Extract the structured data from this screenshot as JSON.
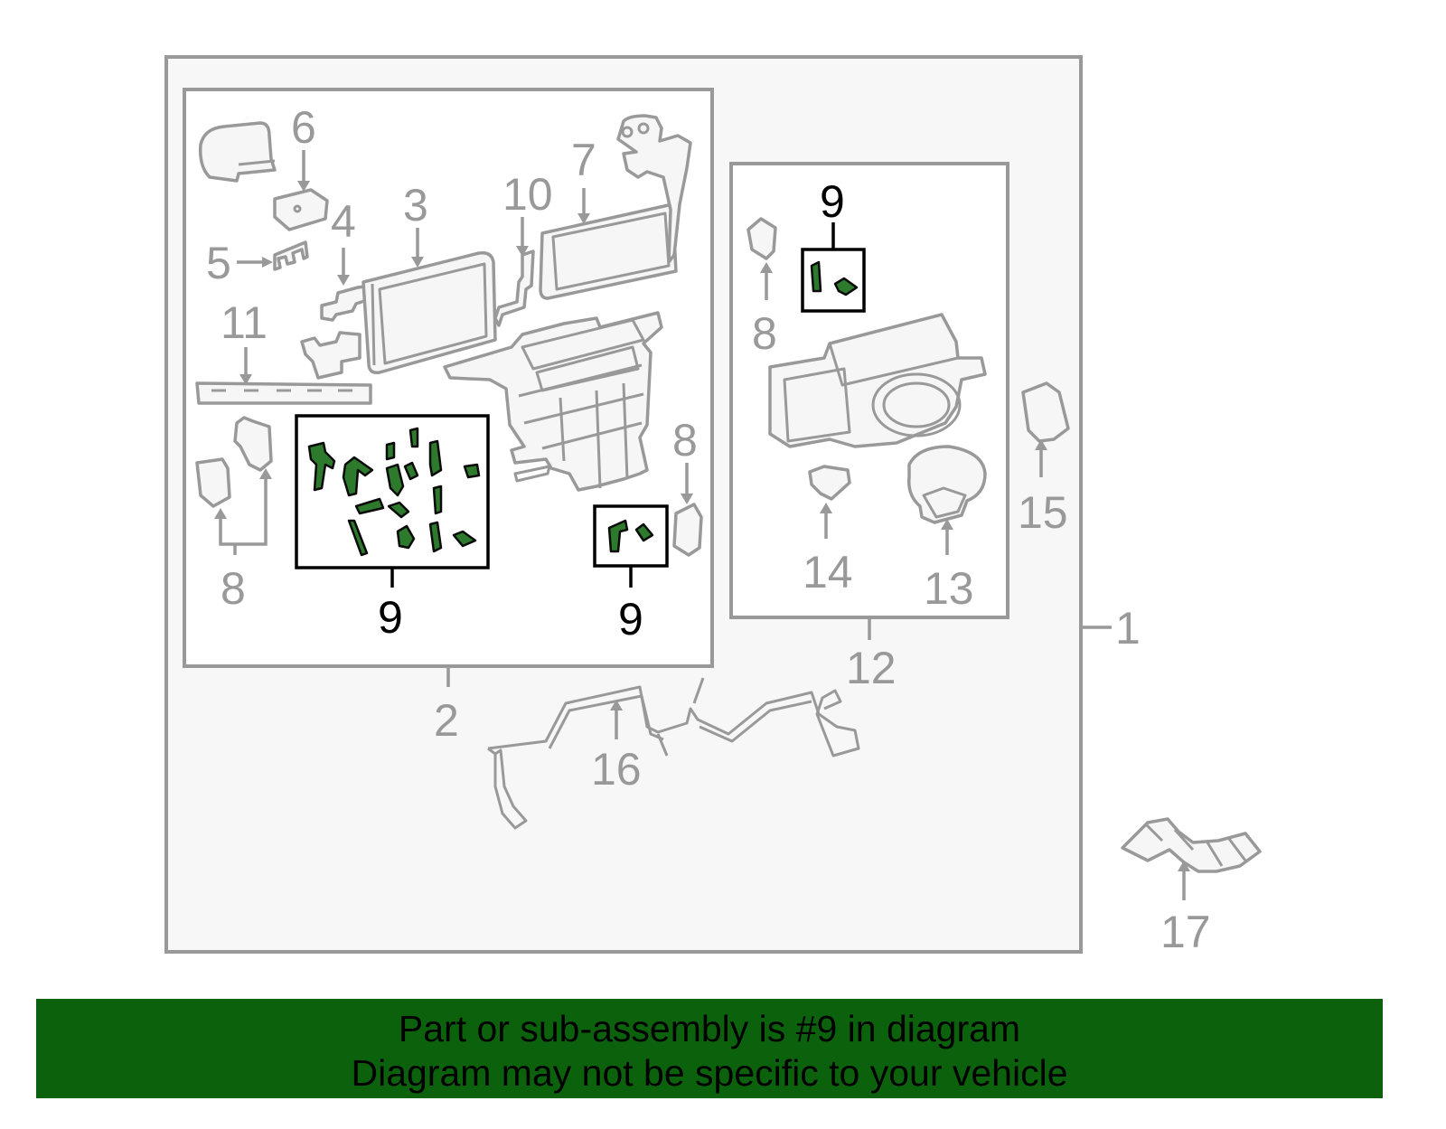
{
  "callouts": {
    "c1": "1",
    "c2": "2",
    "c3": "3",
    "c4": "4",
    "c5": "5",
    "c6": "6",
    "c7": "7",
    "c8": "8",
    "c9": "9",
    "c10": "10",
    "c11": "11",
    "c12": "12",
    "c13": "13",
    "c14": "14",
    "c15": "15",
    "c16": "16",
    "c17": "17"
  },
  "highlighted_callout": "9",
  "colors": {
    "highlight_fill": "#2d7a2d",
    "banner_background": "#0c620c",
    "line_gray": "#999999",
    "box_fill": "#f7f7f7"
  },
  "banner": {
    "line1": "Part or sub-assembly is #9 in diagram",
    "line2": "Diagram may not be specific to your vehicle"
  }
}
